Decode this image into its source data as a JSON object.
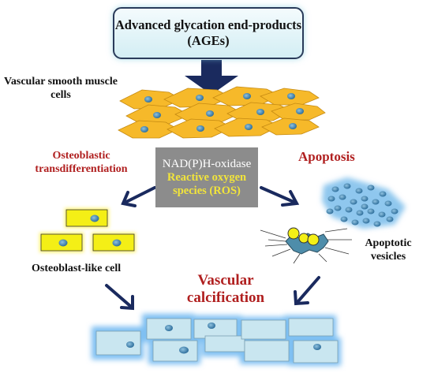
{
  "texts": {
    "ages": "Advanced glycation end-products (AGEs)",
    "vsmc": "Vascular smooth muscle cells",
    "osteoblastic": "Osteoblastic transdifferentiation",
    "apoptosis": "Apoptosis",
    "nadph": "NAD(P)H-oxidase",
    "ros": "Reactive oxygen species (ROS)",
    "osteoblast_cell": "Osteoblast-like cell",
    "apoptotic_vesicles": "Apoptotic vesicles",
    "vascular_calcification": "Vascular calcification"
  },
  "colors": {
    "accent_red": "#b01f1f",
    "arrow_navy": "#1a2a5e",
    "smooth_muscle_cell": "#f6b92a",
    "osteoblast_cell": "#f4ef16",
    "calcified_cell": "#c9e6f0",
    "nucleus": "#4a86b0",
    "ros_text": "#f1e43b"
  }
}
